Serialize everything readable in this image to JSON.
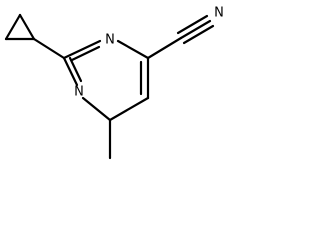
{
  "molecule": {
    "atoms": {
      "n1": "N",
      "n3": "N",
      "nitrile_n": "N"
    },
    "colors": {
      "bond": "#000000",
      "label": "#000000",
      "background": "#ffffff"
    }
  }
}
